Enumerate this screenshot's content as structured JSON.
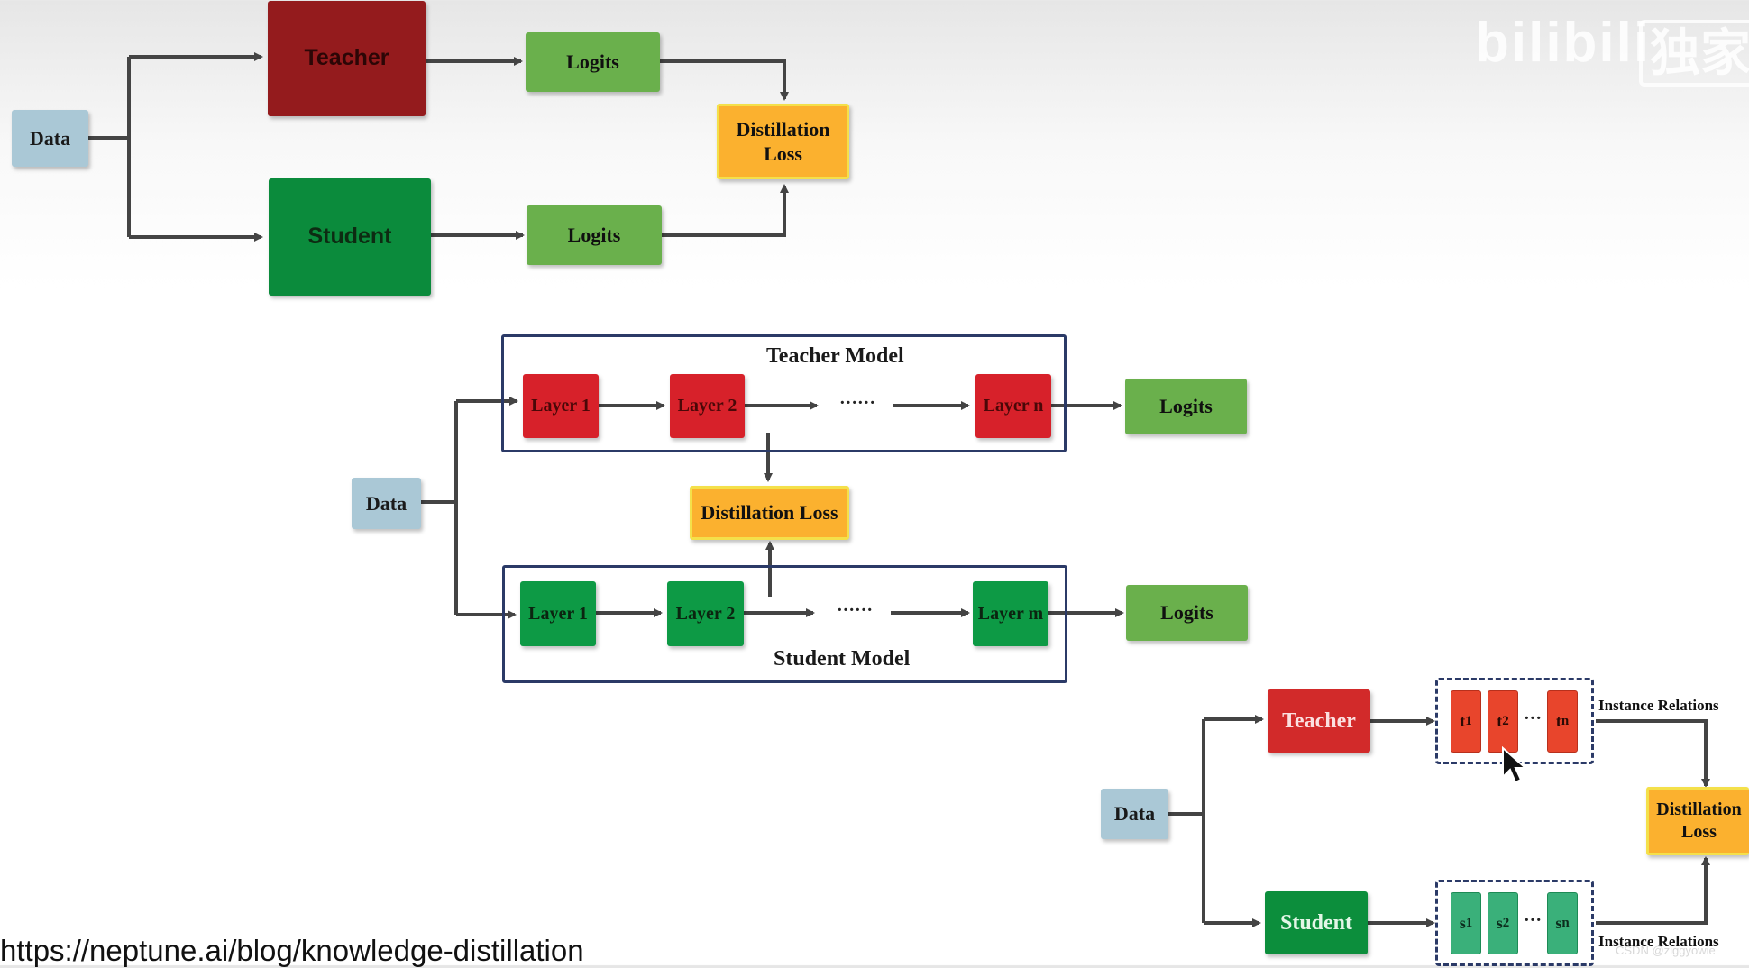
{
  "watermark": {
    "brand": "bilibili",
    "exclusive": "独家",
    "credit": "CSDN @ziggyowie"
  },
  "diagram1": {
    "data": "Data",
    "teacher": "Teacher",
    "student": "Student",
    "teacher_logits": "Logits",
    "student_logits": "Logits",
    "loss_line1": "Distillation",
    "loss_line2": "Loss"
  },
  "diagram2": {
    "data": "Data",
    "teacher_model_title": "Teacher Model",
    "student_model_title": "Student Model",
    "teacher_layers": [
      "Layer 1",
      "Layer 2",
      "Layer n"
    ],
    "student_layers": [
      "Layer 1",
      "Layer 2",
      "Layer m"
    ],
    "ellipsis": "······",
    "loss": "Distillation Loss",
    "teacher_logits": "Logits",
    "student_logits": "Logits"
  },
  "diagram3": {
    "data": "Data",
    "teacher": "Teacher",
    "student": "Student",
    "teacher_instances": [
      "t",
      "t",
      "t"
    ],
    "teacher_subscripts": [
      "1",
      "2",
      "n"
    ],
    "student_instances": [
      "s",
      "s",
      "s"
    ],
    "student_subscripts": [
      "1",
      "2",
      "n"
    ],
    "ellipsis": "···",
    "relations_top": "Instance Relations",
    "relations_bottom": "Instance Relations",
    "loss_line1": "Distillation",
    "loss_line2": "Loss"
  },
  "footer": {
    "url": "https://neptune.ai/blog/knowledge-distillation"
  },
  "colors": {
    "arrow": "#444444",
    "frame": "#2b3a67",
    "teacher_dark": "#941b1d",
    "teacher_red": "#d7212a",
    "student_green": "#0b8b3c",
    "logits_green": "#6ab04c",
    "loss_orange": "#fbb12f",
    "data_blue": "#aac8d6"
  }
}
